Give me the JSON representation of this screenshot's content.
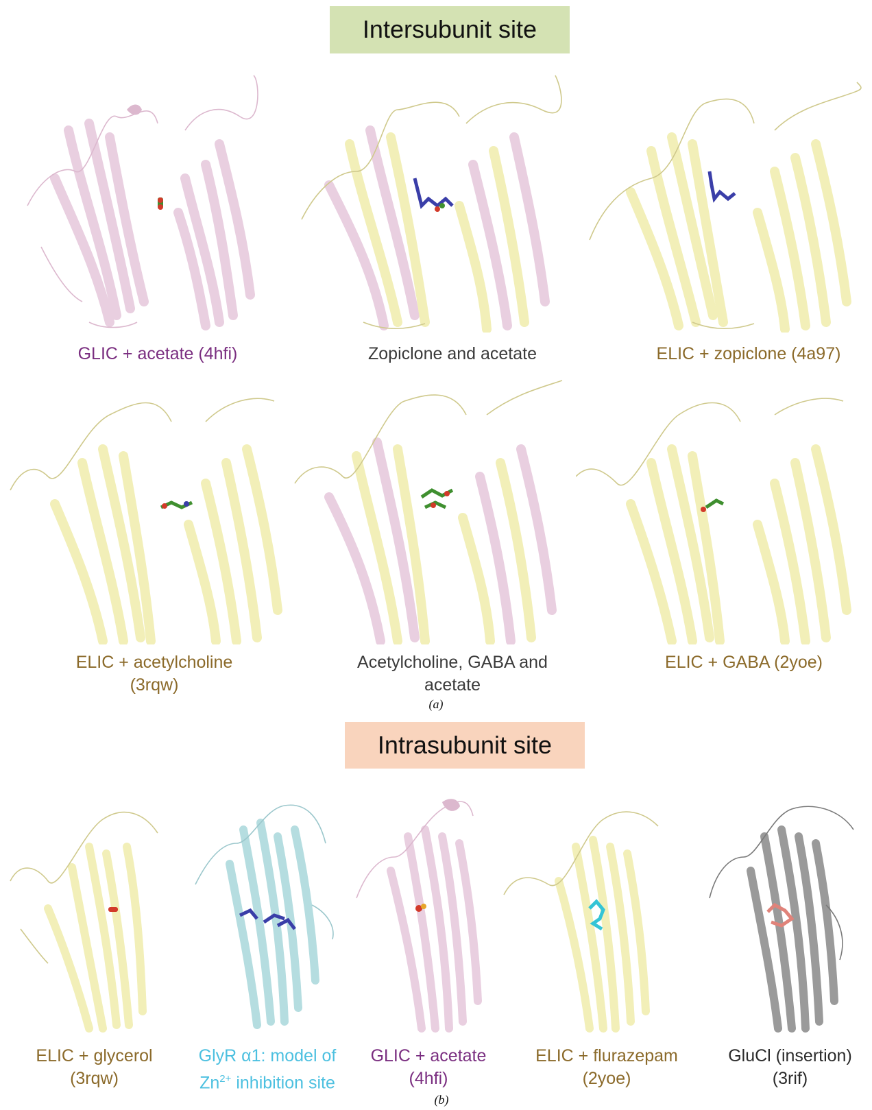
{
  "section_a": {
    "title": "Intersubunit site",
    "panel_label": "(a)",
    "row1": [
      {
        "caption": "GLIC + acetate (4hfi)",
        "protein": "GLIC"
      },
      {
        "caption": "Zopiclone and acetate",
        "protein": "both"
      },
      {
        "caption": "ELIC + zopiclone (4a97)",
        "protein": "ELIC"
      }
    ],
    "row2": [
      {
        "line1": "ELIC + acetylcholine",
        "line2": "(3rqw)",
        "protein": "ELIC"
      },
      {
        "line1": "Acetylcholine, GABA and",
        "line2": "acetate",
        "protein": "both"
      },
      {
        "line1": "ELIC + GABA (2yoe)",
        "line2": "",
        "protein": "ELIC"
      }
    ]
  },
  "section_b": {
    "title": "Intrasubunit site",
    "panel_label": "(b)",
    "row": [
      {
        "line1": "ELIC + glycerol",
        "line2": "(3rqw)",
        "protein": "ELIC"
      },
      {
        "line1": "GlyR α1: model of",
        "line2_pre": "Zn",
        "line2_sup": "2+",
        "line2_post": " inhibition site",
        "protein": "GlyR"
      },
      {
        "line1": "GLIC + acetate",
        "line2": "(4hfi)",
        "protein": "GLIC"
      },
      {
        "line1": "ELIC + flurazepam",
        "line2": "(2yoe)",
        "protein": "ELIC"
      },
      {
        "line1": "GluCl (insertion)",
        "line2": "(3rif)",
        "protein": "GluCl"
      }
    ]
  },
  "colors": {
    "glic_ribbon": "#e9cfe0",
    "elic_ribbon": "#f2efb8",
    "glyr_ribbon": "#b5dde0",
    "glucl_ribbon": "#9a9a9a",
    "ligand_blue": "#3a3ea8",
    "ligand_green": "#3f8f2f",
    "ligand_red": "#d23a2a",
    "ligand_cyan": "#34c4d6",
    "ligand_salmon": "#e0837a"
  }
}
